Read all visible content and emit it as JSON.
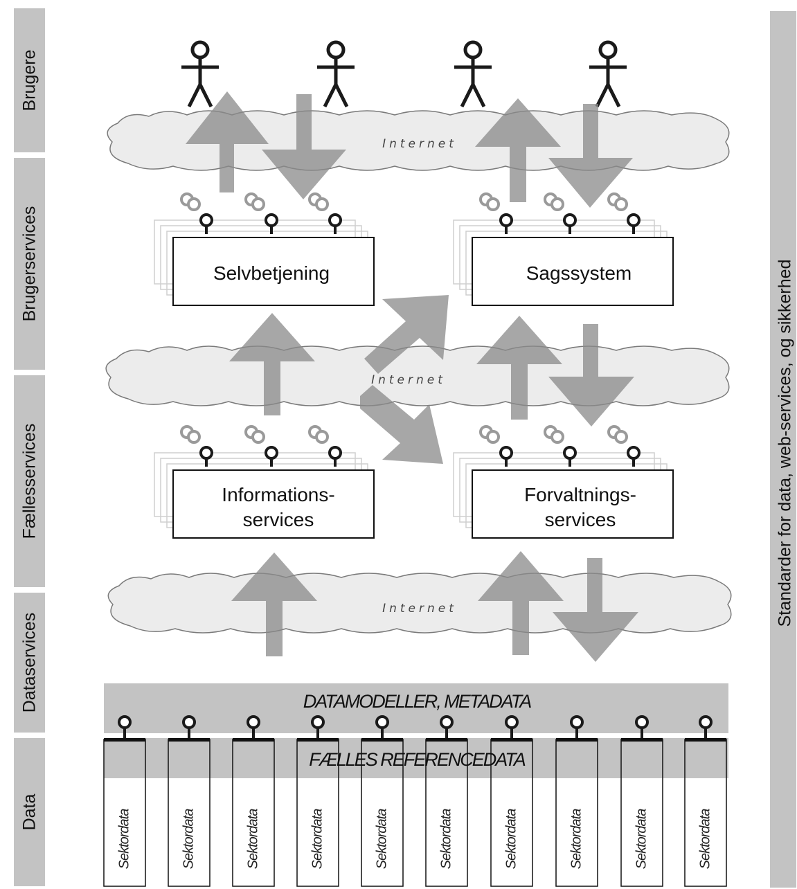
{
  "layers": [
    {
      "id": "brugere",
      "label": "Brugere"
    },
    {
      "id": "brugerservices",
      "label": "Brugerservices"
    },
    {
      "id": "faellesservices",
      "label": "Fællesservices"
    },
    {
      "id": "dataservices",
      "label": "Dataservices"
    },
    {
      "id": "data",
      "label": "Data"
    }
  ],
  "right_label": "Standarder for data, web-services, og sikkerhed",
  "clouds": [
    {
      "label": "Internet"
    },
    {
      "label": "Internet"
    },
    {
      "label": "Internet"
    }
  ],
  "components": [
    {
      "label_lines": [
        "Selvbetjening"
      ]
    },
    {
      "label_lines": [
        "Sagssystem"
      ]
    },
    {
      "label_lines": [
        "Informations-",
        "services"
      ]
    },
    {
      "label_lines": [
        "Forvaltnings-",
        "services"
      ]
    }
  ],
  "data_bands": {
    "metadata": "DATAMODELLER, METADATA",
    "reference": "FÆLLES REFERENCEDATA"
  },
  "sector_columns": [
    "Sektordata",
    "Sektordata",
    "Sektordata",
    "Sektordata",
    "Sektordata",
    "Sektordata",
    "Sektordata",
    "Sektordata",
    "Sektordata",
    "Sektordata"
  ],
  "colors": {
    "band": "#c3c3c3",
    "arrow": "#8a8a8a",
    "arrow_light": "#b3b3b3",
    "cloud_fill": "#ececec",
    "cloud_stroke": "#7a7a7a"
  }
}
